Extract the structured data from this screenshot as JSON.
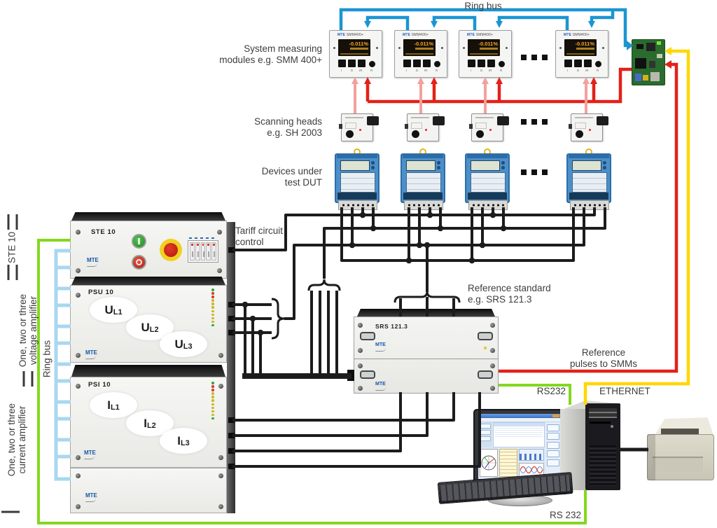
{
  "diagram": {
    "labels": {
      "ring_bus_top": "Ring bus",
      "smm": "System measuring\nmodules e.g. SMM 400+",
      "scanning_heads": "Scanning heads\ne.g. SH 2003",
      "dut": "Devices under\ntest DUT",
      "tariff": "Tariff circuit\ncontrol",
      "reference_standard": "Reference standard\ne.g. SRS 121.3",
      "reference_pulses": "Reference\npulses to SMMs",
      "rs232_srs": "RS232",
      "ethernet": "ETHERNET",
      "rs232_bottom": "RS 232",
      "ring_bus_left": "Ring bus",
      "ste10_bracket": "STE 10",
      "voltage_amplifier": "One, two or three\nvoltage amplifier",
      "current_amplifier": "One, two or three\ncurrent amplifier"
    },
    "colors": {
      "ring_bus_blue": "#1b95d2",
      "ring_bus_light_blue": "#a9d7f0",
      "reference_red": "#e32119",
      "scanning_pink": "#f2a19e",
      "rs232_green": "#84d81e",
      "ethernet_yellow": "#fed800",
      "wire_black": "#1c1c1c"
    },
    "smm_module": {
      "brand": "MTE",
      "model": "SMM400+",
      "display_value": "-0.011%",
      "buttons": [
        "I",
        "D",
        "IR",
        "R"
      ]
    },
    "units": {
      "ste": {
        "name": "STE 10",
        "logo": "MTE"
      },
      "psu": {
        "name": "PSU 10",
        "logo": "MTE",
        "phases": [
          {
            "base": "U",
            "sub": "L1"
          },
          {
            "base": "U",
            "sub": "L2"
          },
          {
            "base": "U",
            "sub": "L3"
          }
        ]
      },
      "psi": {
        "name": "PSI 10",
        "logo": "MTE",
        "phases": [
          {
            "base": "I",
            "sub": "L1"
          },
          {
            "base": "I",
            "sub": "L2"
          },
          {
            "base": "I",
            "sub": "L3"
          }
        ]
      },
      "srs": {
        "name": "SRS 121.3",
        "logo": "MTE"
      }
    }
  }
}
